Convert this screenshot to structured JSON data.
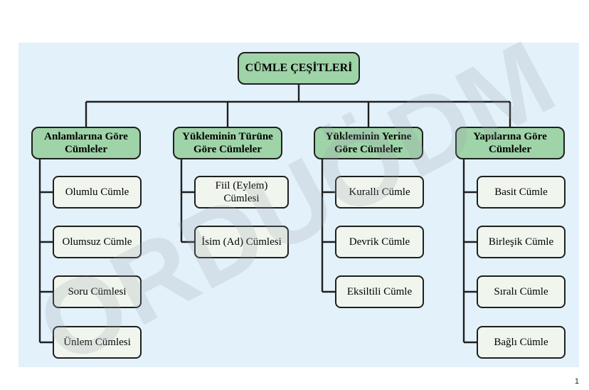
{
  "root": "CÜMLE ÇEŞİTLERİ",
  "categories": [
    {
      "title": "Anlamlarına Göre\nCümleler",
      "items": [
        "Olumlu Cümle",
        "Olumsuz Cümle",
        "Soru Cümlesi",
        "Ünlem Cümlesi"
      ]
    },
    {
      "title": "Yükleminin Türüne\nGöre Cümleler",
      "items": [
        "Fiil (Eylem)\nCümlesi",
        "İsim (Ad) Cümlesi"
      ]
    },
    {
      "title": "Yükleminin Yerine\nGöre Cümleler",
      "items": [
        "Kurallı Cümle",
        "Devrik Cümle",
        "Eksiltili Cümle"
      ]
    },
    {
      "title": "Yapılarına Göre\nCümleler",
      "items": [
        "Basit Cümle",
        "Birleşik Cümle",
        "Sıralı Cümle",
        "Bağlı Cümle"
      ]
    }
  ],
  "watermark": "ORDUÖDM",
  "page_number": "1"
}
